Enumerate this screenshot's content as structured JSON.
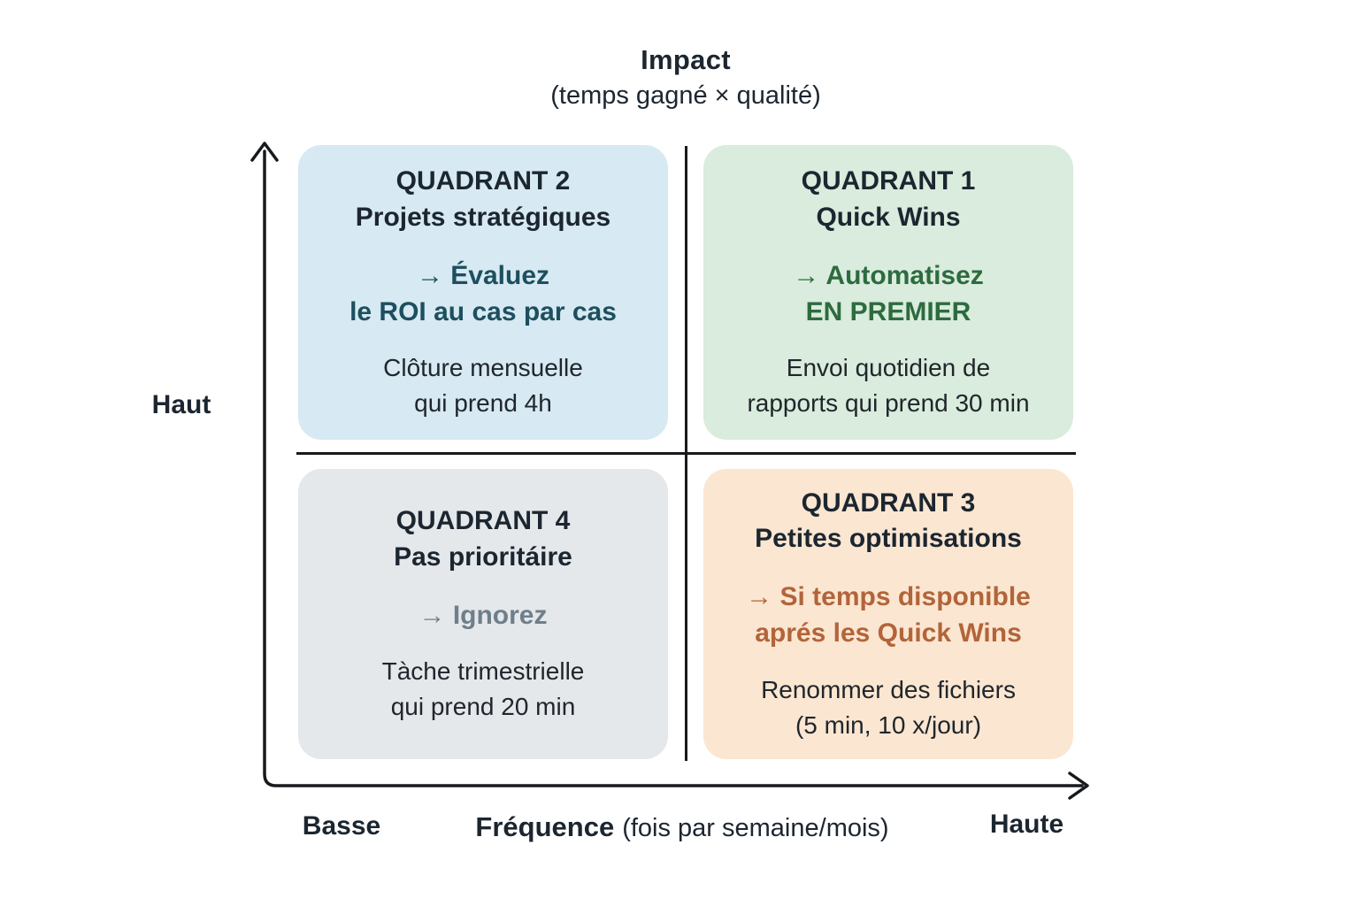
{
  "title": {
    "main": "Impact",
    "subtitle": "(temps gagné  ×  qualité)"
  },
  "y_axis": {
    "label": "Haut"
  },
  "x_axis": {
    "low": "Basse",
    "name_bold": "Fréquence",
    "name_paren": "(fois par semaine/mois)",
    "high": "Haute"
  },
  "quadrants": {
    "top_left": {
      "title_line1": "QUADRANT 2",
      "title_line2": "Projets stratégiques",
      "action_line1": "→ Évaluez",
      "action_line2": "le ROI au cas par cas",
      "example_line1": "Clôture mensuelle",
      "example_line2": "qui prend 4h"
    },
    "top_right": {
      "title_line1": "QUADRANT 1",
      "title_line2": "Quick Wins",
      "action_line1": "→ Automatisez",
      "action_line2": "EN PREMIER",
      "example_line1": "Envoi quotidien de",
      "example_line2": "rapports qui prend 30 min"
    },
    "bottom_left": {
      "title_line1": "QUADRANT 4",
      "title_line2": "Pas prioritáire",
      "action_line1": "→ Ignorez",
      "example_line1": "Tàche trimestrielle",
      "example_line2": "qui prend 20 min"
    },
    "bottom_right": {
      "title_line1": "QUADRANT 3",
      "title_line2": "Petites optimisations",
      "action_line1": "→ Si temps disponible",
      "action_line2": "aprés les Quick Wins",
      "example_line1": "Renommer des fichiers",
      "example_line2": "(5 min, 10 x/jour)"
    }
  },
  "colors": {
    "background": "#ffffff",
    "heading_text": "#1c2630",
    "axis_line": "#17191c",
    "quadrant2_bg": "#d7e9f2",
    "quadrant2_accent": "#1d4f5f",
    "quadrant1_bg": "#d9ecdd",
    "quadrant1_accent": "#2d6b3f",
    "quadrant4_bg": "#e4e8eb",
    "quadrant4_accent": "#6e7f8b",
    "quadrant3_bg": "#fbe6d1",
    "quadrant3_accent": "#b2643a"
  }
}
